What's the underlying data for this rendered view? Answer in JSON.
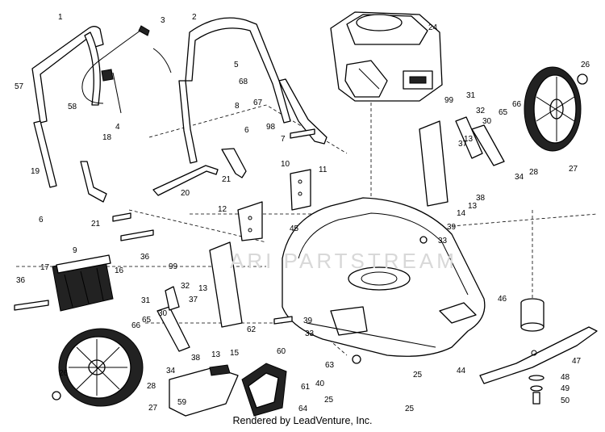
{
  "labels": [
    "1",
    "2",
    "3",
    "4",
    "5",
    "6",
    "7",
    "8",
    "9",
    "10",
    "11",
    "12",
    "13",
    "14",
    "15",
    "16",
    "17",
    "18",
    "19",
    "20",
    "21",
    "24",
    "25",
    "26",
    "27",
    "28",
    "30",
    "31",
    "32",
    "33",
    "34",
    "36",
    "37",
    "38",
    "39",
    "40",
    "44",
    "45",
    "46",
    "47",
    "48",
    "49",
    "50",
    "57",
    "58",
    "59",
    "60",
    "61",
    "62",
    "63",
    "64",
    "65",
    "66",
    "67",
    "68",
    "98",
    "99"
  ],
  "watermark": "ARI PARTSTREAM",
  "footer": "Rendered by LeadVenture, Inc."
}
